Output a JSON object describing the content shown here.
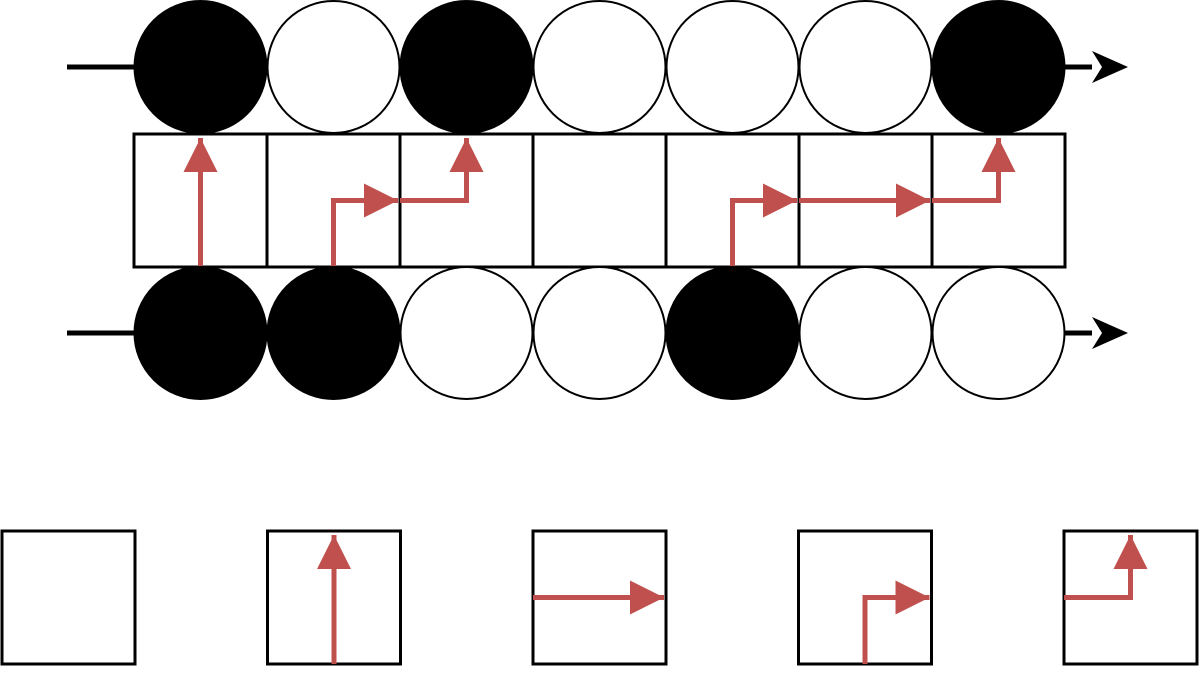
{
  "colors": {
    "ink": "#000000",
    "arrow": "#c0504d",
    "background": "#ffffff"
  },
  "top_row": {
    "beads": [
      "filled",
      "empty",
      "filled",
      "empty",
      "empty",
      "empty",
      "filled"
    ]
  },
  "middle_row": {
    "cells": [
      "up",
      "corner-right",
      "right-up",
      "empty",
      "corner-right",
      "straight-right",
      "right-up"
    ]
  },
  "bottom_row": {
    "beads": [
      "filled",
      "filled",
      "empty",
      "empty",
      "filled",
      "empty",
      "empty"
    ]
  },
  "legend": {
    "tiles": [
      "empty",
      "up",
      "straight-right",
      "corner-right",
      "right-up"
    ]
  }
}
